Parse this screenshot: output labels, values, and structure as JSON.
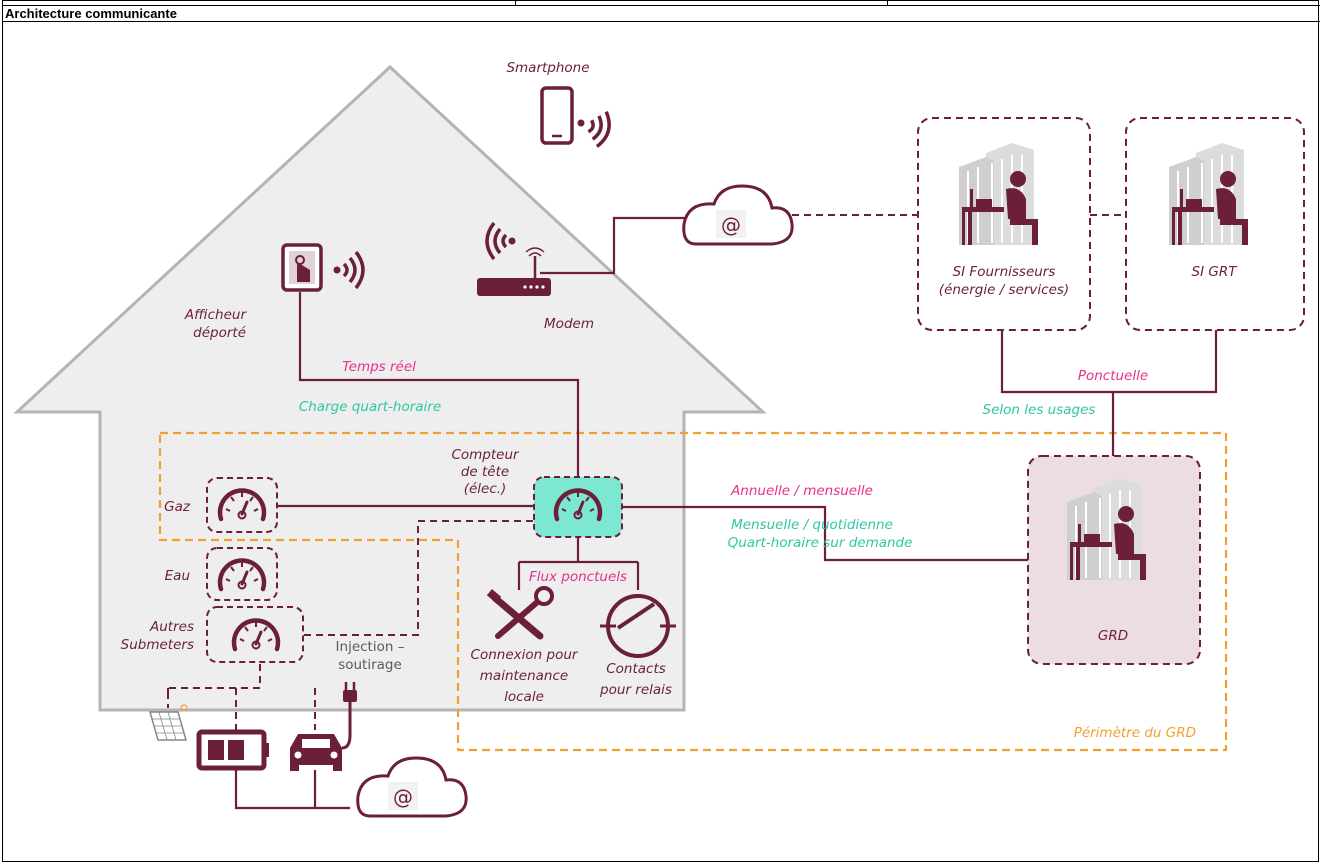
{
  "header": {
    "title": "Architecture communicante"
  },
  "colors": {
    "wine": "#6b1f3a",
    "pink": "#e8318a",
    "teal": "#2ec7a3",
    "orange": "#f0a030",
    "house": "#eeeeee",
    "meter_fill": "#7ce8d2",
    "grd_fill": "#ecdde0"
  },
  "icons": [
    "smartphone-icon",
    "remote-display-icon",
    "modem-icon",
    "cloud-at-icon",
    "office-worker-icon",
    "gauge-icon",
    "tools-icon",
    "relay-switch-icon",
    "solar-panel-icon",
    "battery-icon",
    "car-icon",
    "plug-icon"
  ],
  "labels": {
    "smartphone": "Smartphone",
    "afficheur_1": "Afficheur",
    "afficheur_2": "déporté",
    "modem": "Modem",
    "cloud_at": "@",
    "cloud_at_bottom": "@",
    "si_fournisseurs_1": "SI Fournisseurs",
    "si_fournisseurs_2": "(énergie / services)",
    "si_grt": "SI GRT",
    "ponctuelle": "Ponctuelle",
    "selon_usages": "Selon les usages",
    "temps_reel": "Temps réel",
    "charge_quart": "Charge quart-horaire",
    "compteur_1": "Compteur",
    "compteur_2": "de tête",
    "compteur_3": "(élec.)",
    "gaz": "Gaz",
    "eau": "Eau",
    "autres_1": "Autres",
    "autres_2": "Submeters",
    "annuelle": "Annuelle / mensuelle",
    "mensuelle": "Mensuelle / quotidienne",
    "quart_demande": "Quart-horaire sur demande",
    "grd": "GRD",
    "flux": "Flux ponctuels",
    "connexion_1": "Connexion pour",
    "connexion_2": "maintenance",
    "connexion_3": "locale",
    "contacts_1": "Contacts",
    "contacts_2": "pour relais",
    "injection_1": "Injection –",
    "injection_2": "soutirage",
    "perimetre": "Périmètre du GRD"
  }
}
